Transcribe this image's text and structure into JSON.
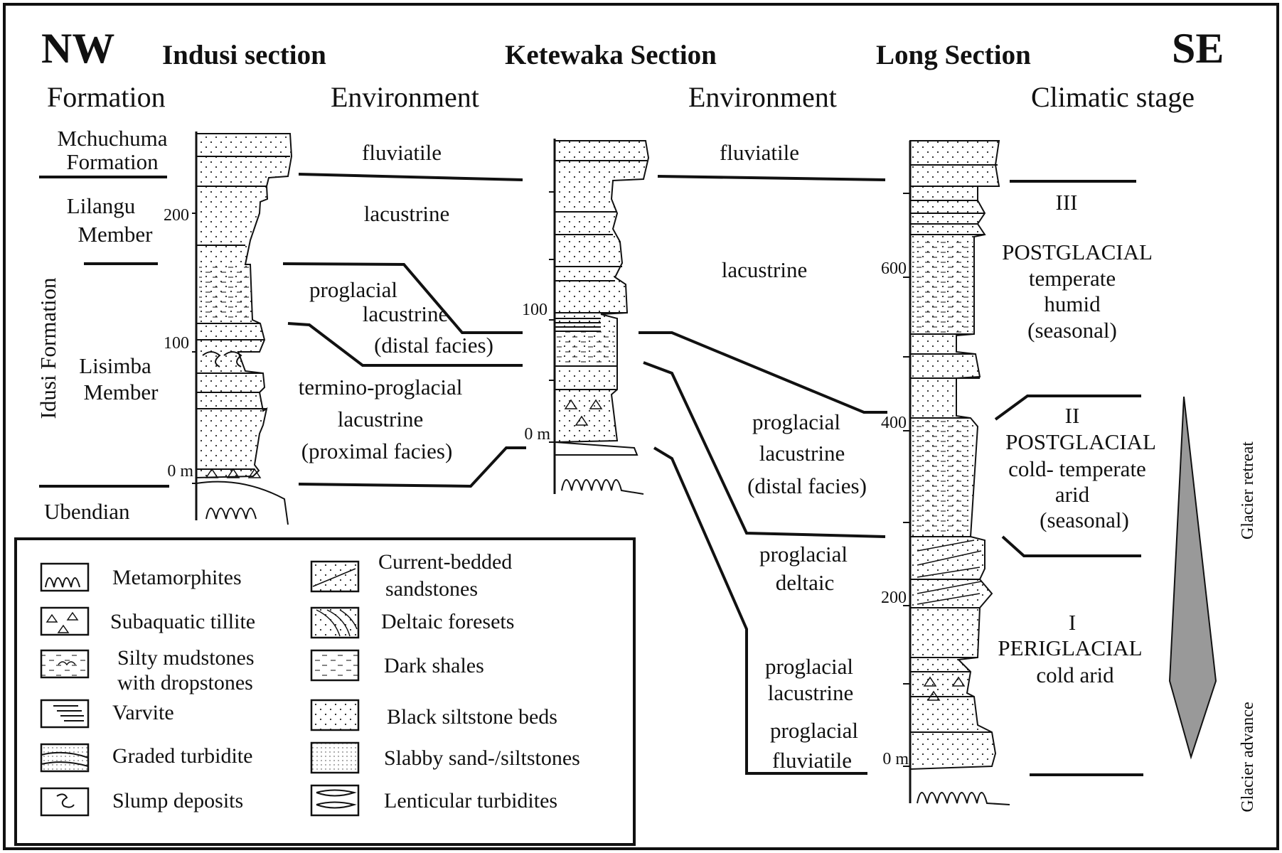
{
  "header": {
    "nw": "NW",
    "se": "SE",
    "section_1": "Indusi section",
    "section_2": "Ketewaka Section",
    "section_3": "Long Section",
    "col_formation": "Formation",
    "col_env_1": "Environment",
    "col_env_2": "Environment",
    "col_climatic": "Climatic stage"
  },
  "formations": {
    "mchuchuma_1": "Mchuchuma",
    "mchuchuma_2": "Formation",
    "lilangu_1": "Lilangu",
    "lilangu_2": "Member",
    "idusi": "Idusi Formation",
    "lisimba_1": "Lisimba",
    "lisimba_2": "Member",
    "ubendian": "Ubendian"
  },
  "indusi_ticks": [
    "200",
    "100",
    "0 m"
  ],
  "ketewaka_ticks": [
    "100",
    "0 m"
  ],
  "long_ticks": [
    "600",
    "400",
    "200",
    "0 m"
  ],
  "env_1": {
    "fluviatile": "fluviatile",
    "lacustrine": "lacustrine",
    "pd_1": "proglacial",
    "pd_2": "lacustrine",
    "pd_3": "(distal facies)",
    "tp_1": "termino-proglacial",
    "tp_2": "lacustrine",
    "tp_3": "(proximal facies)"
  },
  "env_2": {
    "fluviatile": "fluviatile",
    "lacustrine": "lacustrine",
    "pd_1": "proglacial",
    "pd_2": "lacustrine",
    "pd_3": "(distal facies)",
    "pdel_1": "proglacial",
    "pdel_2": "deltaic",
    "pl_1": "proglacial",
    "pl_2": "lacustrine",
    "pf_1": "proglacial",
    "pf_2": "fluviatile"
  },
  "climatic": {
    "s3_num": "III",
    "s3_1": "POSTGLACIAL",
    "s3_2": "temperate",
    "s3_3": "humid",
    "s3_4": "(seasonal)",
    "s2_num": "II",
    "s2_1": "POSTGLACIAL",
    "s2_2": "cold- temperate",
    "s2_3": "arid",
    "s2_4": "(seasonal)",
    "s1_num": "I",
    "s1_1": "PERIGLACIAL",
    "s1_2": "cold arid",
    "glacier_retreat": "Glacier retreat",
    "glacier_advance": "Glacier advance"
  },
  "legend": {
    "metamorphites": "Metamorphites",
    "subaquatic_tillite": "Subaquatic tillite",
    "silty_1": "Silty mudstones",
    "silty_2": "with dropstones",
    "varvite": "Varvite",
    "graded_turbidite": "Graded turbidite",
    "slump_deposits": "Slump deposits",
    "current_1": "Current-bedded",
    "current_2": "sandstones",
    "deltaic_foresets": "Deltaic foresets",
    "dark_shales": "Dark shales",
    "black_siltstone": "Black siltstone beds",
    "slabby": "Slabby sand-/siltstones",
    "lenticular": "Lenticular turbidites"
  }
}
